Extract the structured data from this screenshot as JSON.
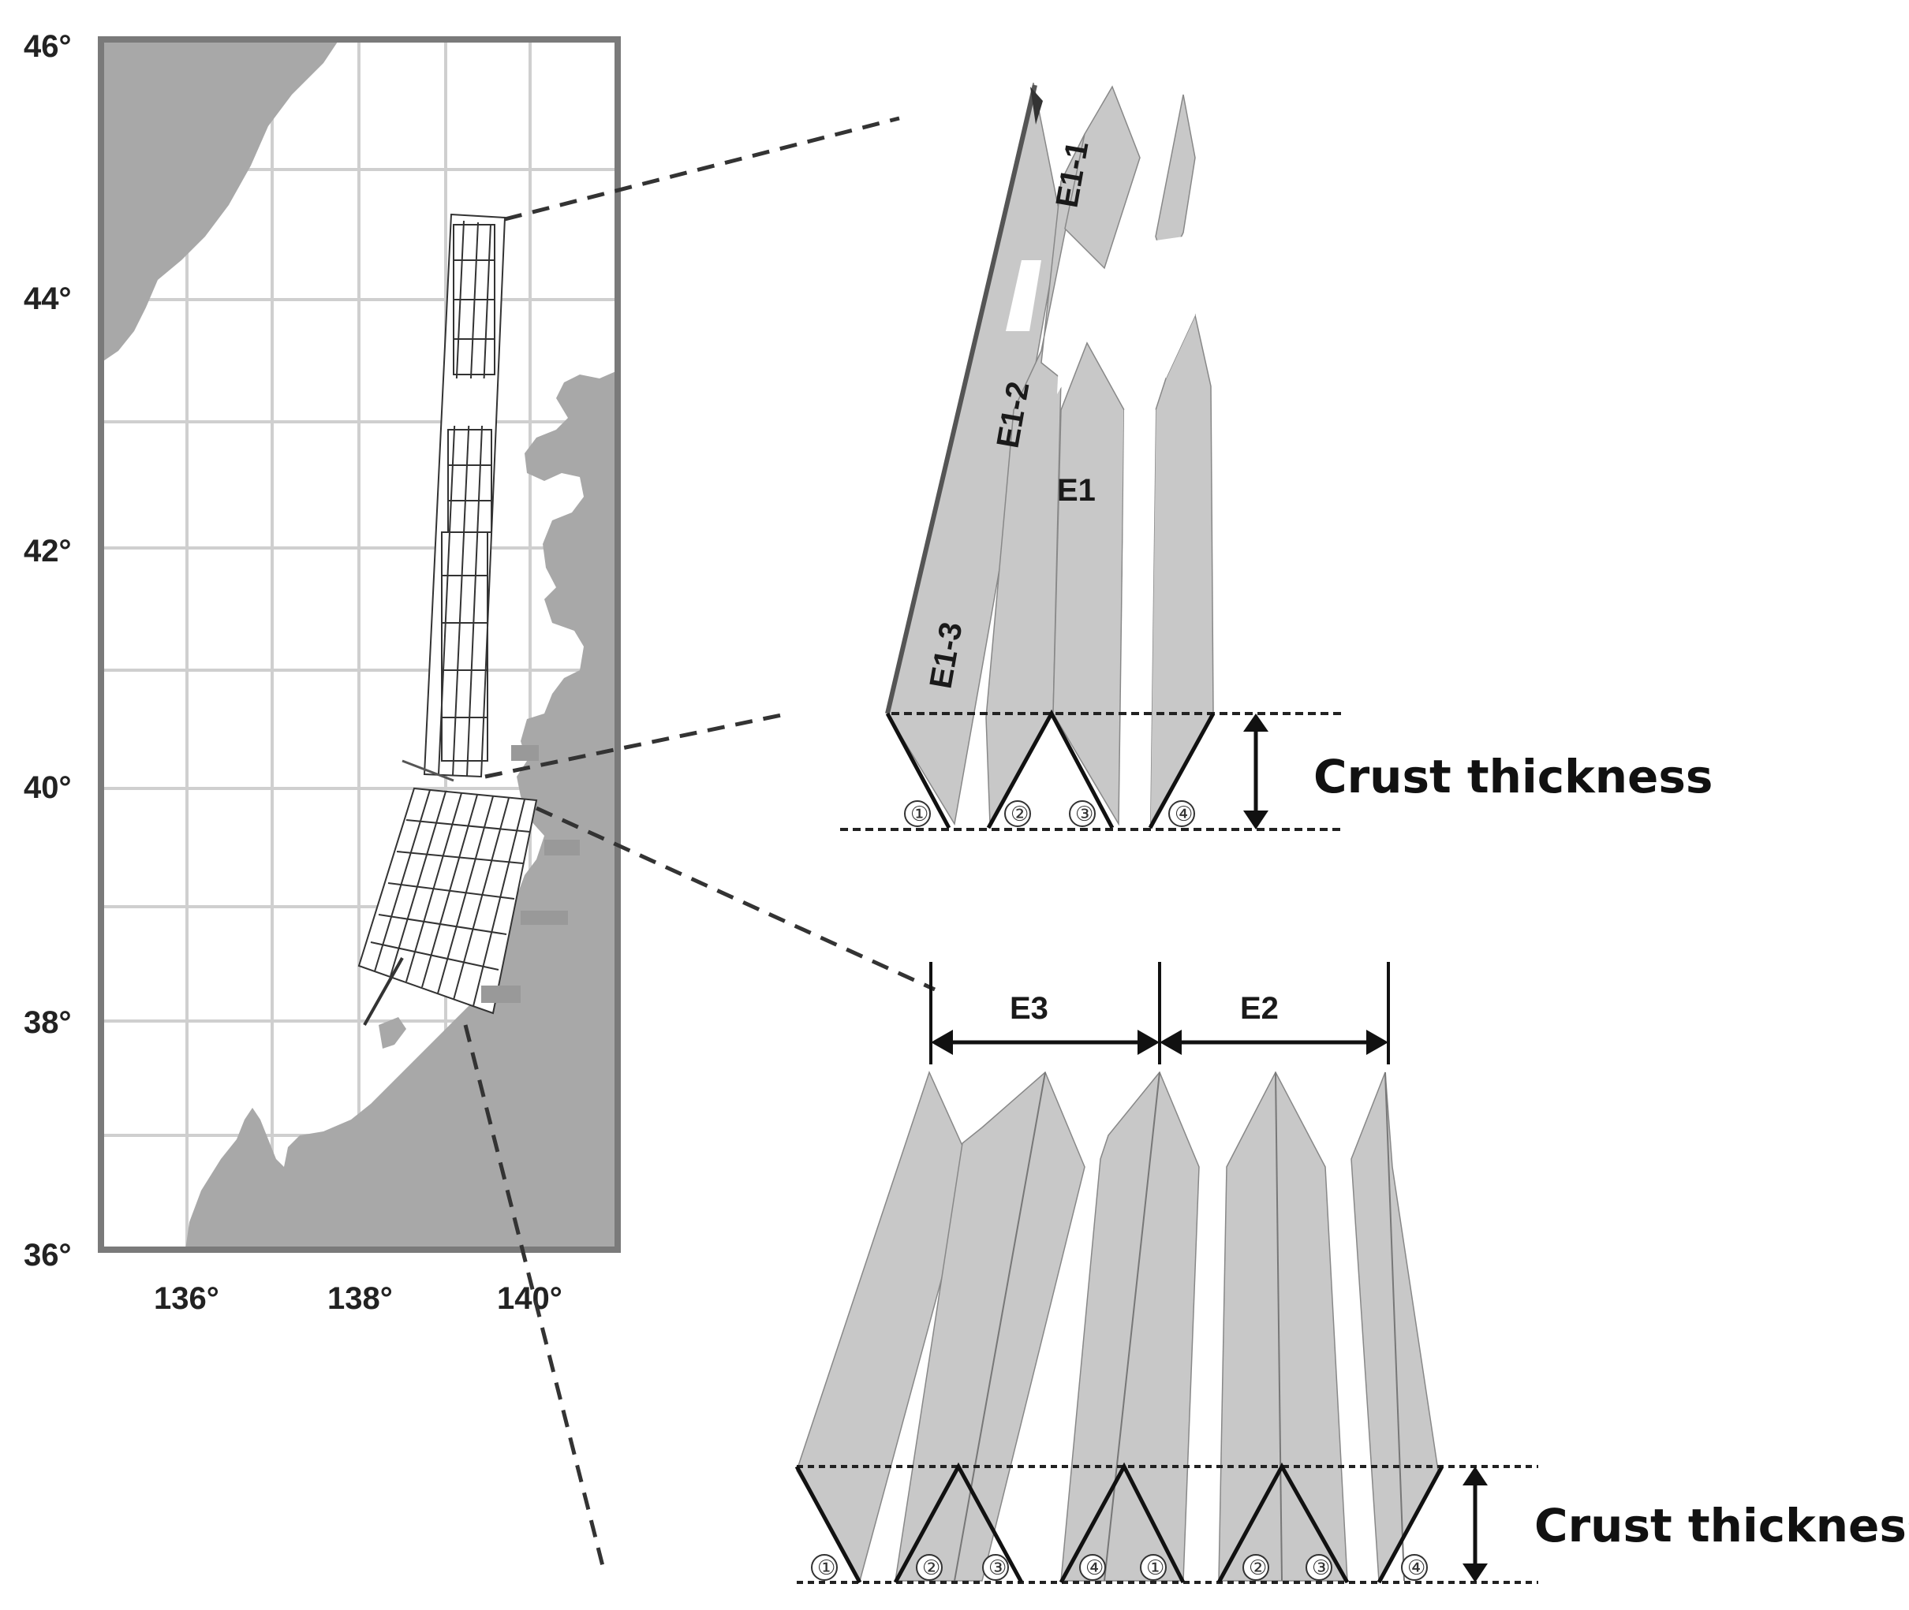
{
  "map": {
    "lat_labels": [
      "46°",
      "44°",
      "42°",
      "40°",
      "38°",
      "36°"
    ],
    "lon_labels": [
      "136°",
      "138°",
      "140°"
    ],
    "colors": {
      "land": "#a8a8a8",
      "sea": "#ffffff",
      "grid": "#cfcfcf",
      "frame": "#7a7a7a",
      "fault_fill": "#c8c8c8"
    }
  },
  "upper_panel": {
    "segment_labels": {
      "e1_1": "E1-1",
      "e1_2": "E1-2",
      "e1_3": "E1-3",
      "e1": "E1"
    },
    "markers": [
      "①",
      "②",
      "③",
      "④"
    ],
    "thickness_label": "Crust thickness"
  },
  "lower_panel": {
    "segment_labels": {
      "e3": "E3",
      "e2": "E2"
    },
    "markers": [
      "①",
      "②",
      "③",
      "④",
      "①",
      "②",
      "③",
      "④"
    ],
    "thickness_label": "Crust thickness"
  }
}
